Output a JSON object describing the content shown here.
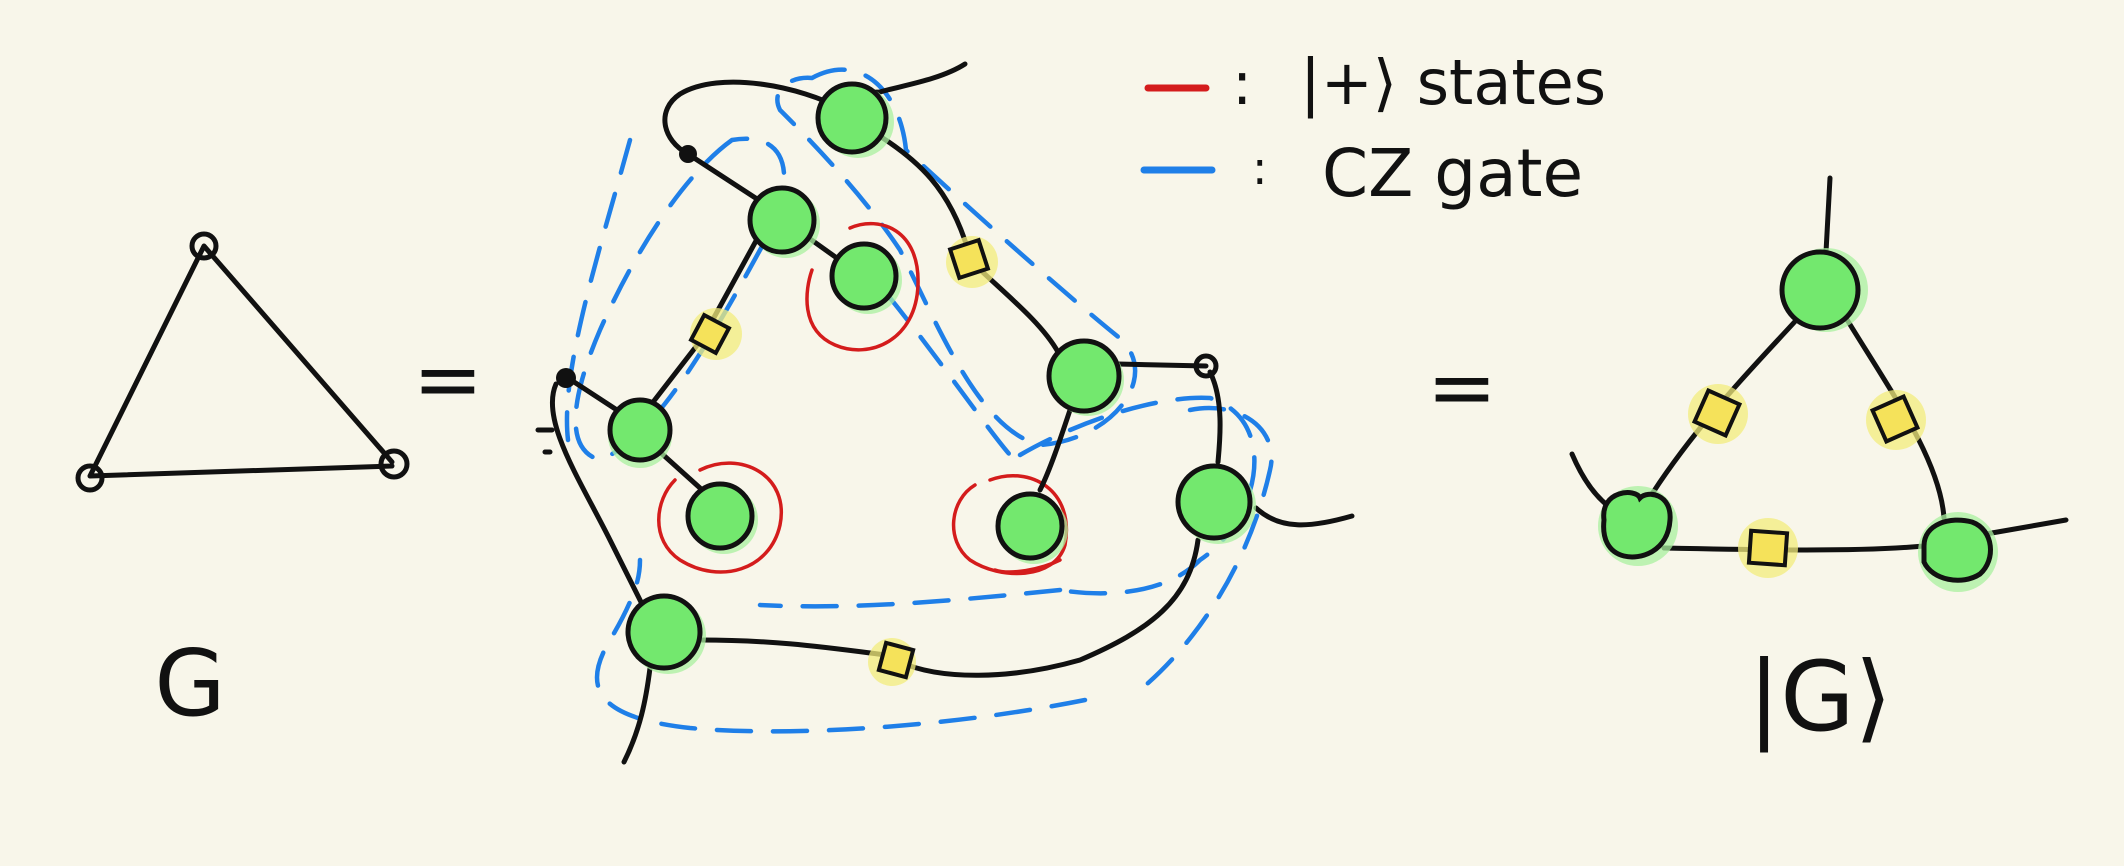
{
  "legend": {
    "plus_states": {
      "marker": ":",
      "label": "|+⟩ states",
      "color": "#d41c1c"
    },
    "cz_gate": {
      "marker": ":",
      "label": "CZ gate",
      "color": "#1f7fe8"
    }
  },
  "left_graph": {
    "label": "G"
  },
  "equals_1": "=",
  "equals_2": "=",
  "right_state": {
    "label": "|G⟩"
  },
  "colors": {
    "background": "#f8f6ea",
    "node_fill": "#73e86e",
    "hadamard_fill": "#f5e25a",
    "ink": "#111111"
  }
}
